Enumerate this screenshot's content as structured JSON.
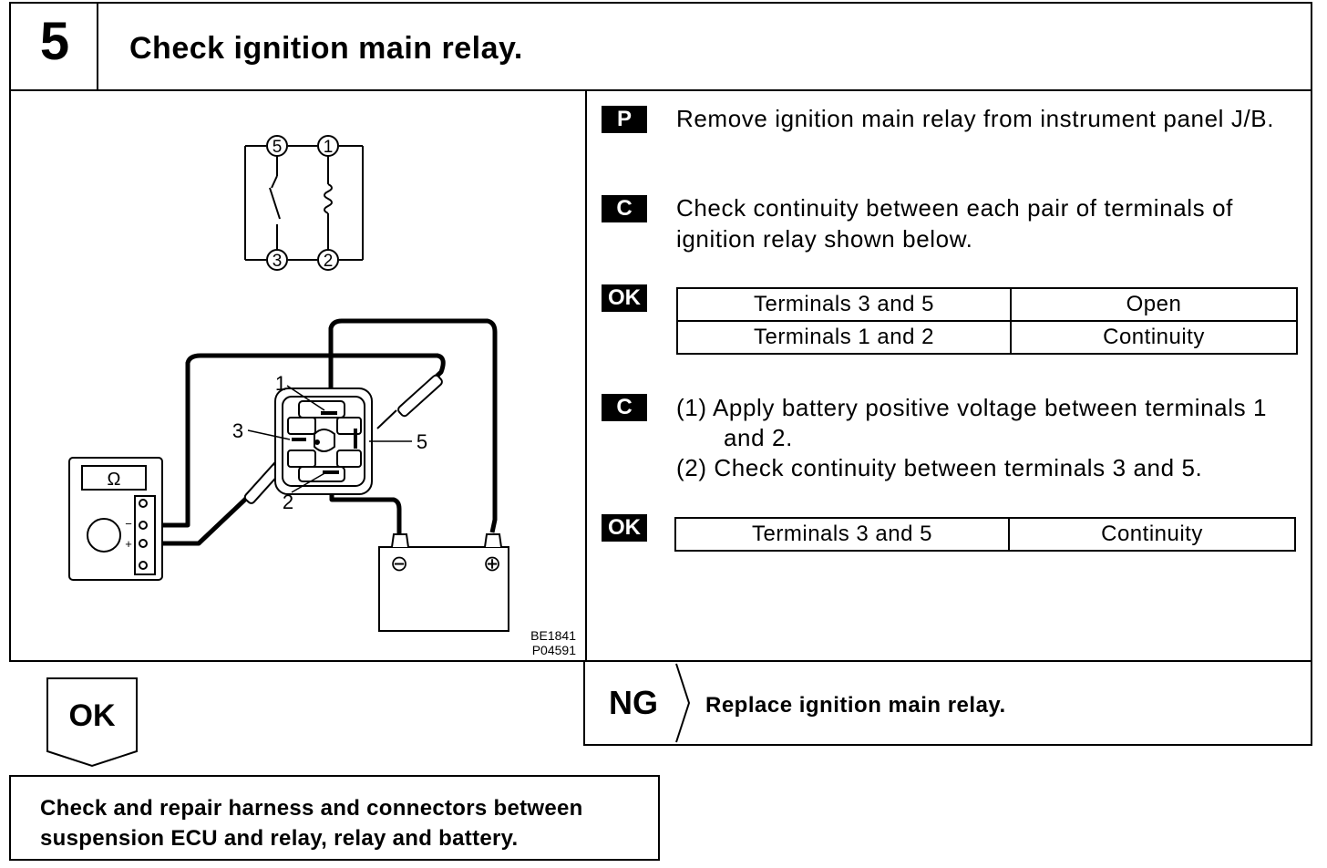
{
  "step": {
    "number": "5",
    "title": "Check ignition main relay."
  },
  "diagram": {
    "schematic_terminals": [
      "5",
      "1",
      "3",
      "2"
    ],
    "relay_terminals": [
      "1",
      "3",
      "5",
      "2"
    ],
    "ohm_symbol": "Ω",
    "battery_neg": "⊖",
    "battery_pos": "⊕",
    "meter_plus": "+",
    "meter_minus": "−",
    "figure_codes": [
      "BE1841",
      "P04591"
    ]
  },
  "instructions": [
    {
      "badge": "P",
      "lines": [
        "Remove ignition main relay from instrument panel J/B."
      ]
    },
    {
      "badge": "C",
      "lines": [
        "Check continuity between each pair of terminals of ignition relay shown below."
      ]
    },
    {
      "badge": "OK",
      "table": [
        [
          "Terminals 3 and 5",
          "Open"
        ],
        [
          "Terminals 1 and 2",
          "Continuity"
        ]
      ]
    },
    {
      "badge": "C",
      "lines": [
        "(1) Apply battery positive voltage between terminals 1 and 2.",
        "(2) Check continuity between terminals 3 and 5."
      ]
    },
    {
      "badge": "OK",
      "table": [
        [
          "Terminals 3 and 5",
          "Continuity"
        ]
      ]
    }
  ],
  "ng": {
    "label": "NG",
    "action": "Replace ignition main relay."
  },
  "ok": {
    "label": "OK",
    "action_line1": "Check and repair harness and connectors between",
    "action_line2": "suspension ECU and relay, relay and battery."
  }
}
